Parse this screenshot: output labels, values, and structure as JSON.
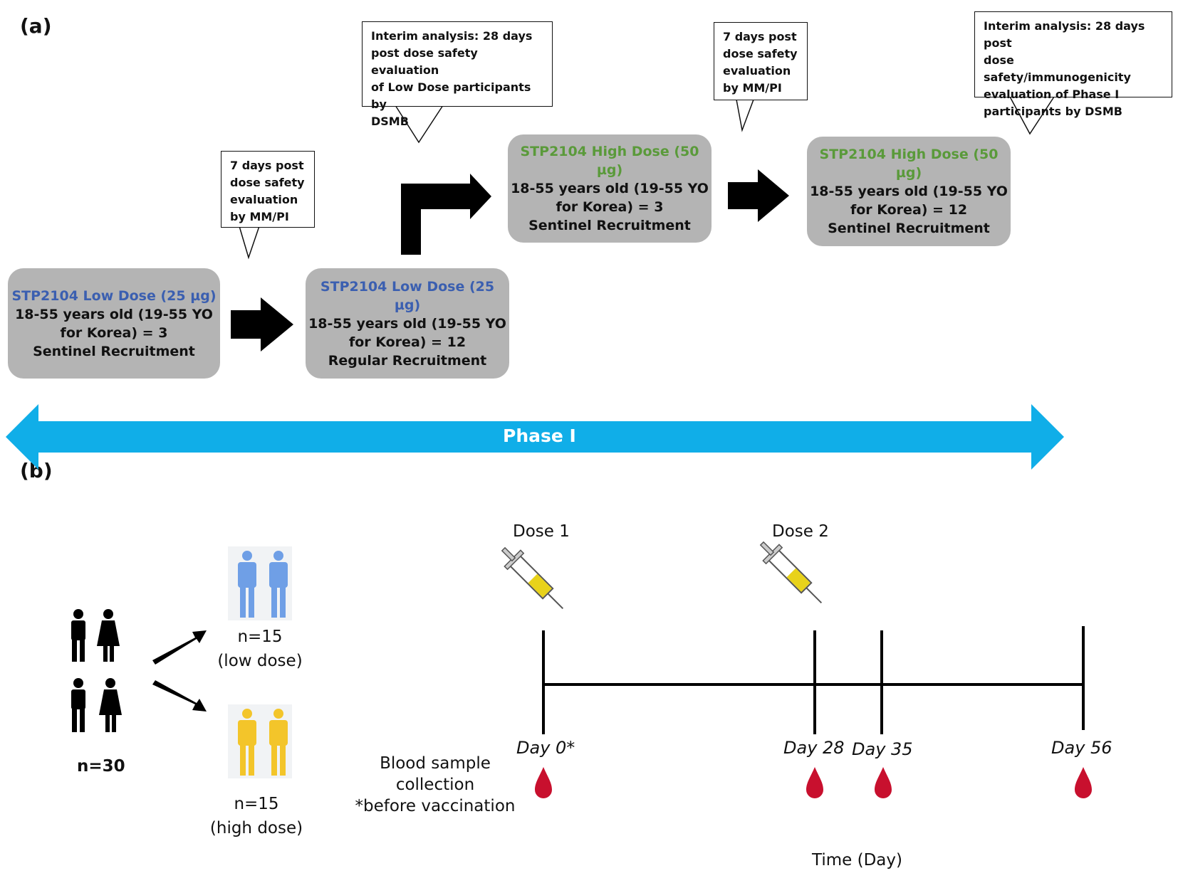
{
  "panel_a": {
    "label": "(a)",
    "stages": [
      {
        "dose": "STP2104 Low Dose (25 µg)",
        "line1": "18-55 years old (19-55 YO",
        "line2": "for Korea) = 3",
        "line3": "Sentinel Recruitment",
        "tone": "low"
      },
      {
        "dose": "STP2104 Low Dose (25 µg)",
        "line1": "18-55 years old (19-55 YO",
        "line2": "for Korea) = 12",
        "line3": "Regular Recruitment",
        "tone": "low"
      },
      {
        "dose": "STP2104 High Dose (50 µg)",
        "line1": "18-55 years old (19-55 YO",
        "line2": "for Korea) = 3",
        "line3": "Sentinel Recruitment",
        "tone": "high"
      },
      {
        "dose": "STP2104 High Dose (50 µg)",
        "line1": "18-55 years old (19-55 YO",
        "line2": "for Korea) = 12",
        "line3": "Sentinel Recruitment",
        "tone": "high"
      }
    ],
    "callouts": [
      {
        "lines": [
          "7 days post",
          "dose safety",
          "evaluation",
          "by MM/PI"
        ]
      },
      {
        "lines": [
          "Interim analysis: 28 days",
          "post dose safety evaluation",
          "of Low Dose participants by",
          "DSMB"
        ]
      },
      {
        "lines": [
          "7 days post",
          "dose safety",
          "evaluation",
          "by MM/PI"
        ]
      },
      {
        "lines": [
          "Interim analysis: 28 days post",
          "dose safety/immunogenicity",
          "evaluation of Phase I",
          "participants by DSMB"
        ]
      }
    ],
    "phase_label": "Phase I",
    "colors": {
      "box": "#b4b4b4",
      "phase_arrow": "#10aee8",
      "low_dose_text": "#3b5fb0",
      "high_dose_text": "#5a9a3a"
    }
  },
  "panel_b": {
    "label": "(b)",
    "total": "n=30",
    "low_group": {
      "n": "n=15",
      "desc": "(low dose)",
      "color": "#6f9fe6"
    },
    "high_group": {
      "n": "n=15",
      "desc": "(high dose)",
      "color": "#f3c52a"
    },
    "doses": [
      "Dose 1",
      "Dose 2"
    ],
    "days": [
      "Day 0*",
      "Day 28",
      "Day 35",
      "Day 56"
    ],
    "blood_note": [
      "Blood sample",
      "collection",
      "*before vaccination"
    ],
    "axis_label": "Time (Day)",
    "icons": [
      "syringe-icon",
      "blood-drop-icon",
      "person-icon"
    ]
  }
}
